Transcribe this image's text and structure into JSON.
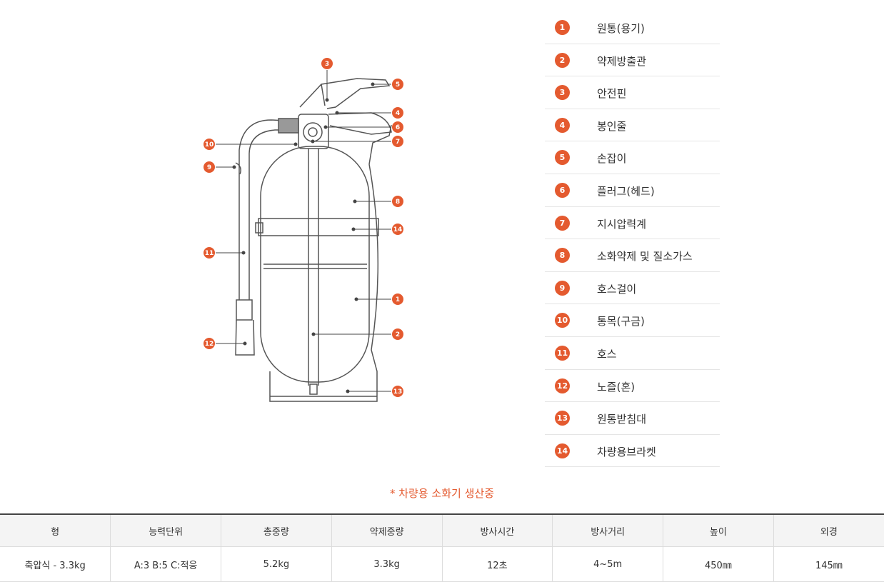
{
  "callout_numbers": [
    "1",
    "2",
    "3",
    "4",
    "5",
    "6",
    "7",
    "8",
    "9",
    "10",
    "11",
    "12",
    "13",
    "14"
  ],
  "parts": [
    {
      "num": "1",
      "label": "원통(용기)"
    },
    {
      "num": "2",
      "label": "약제방출관"
    },
    {
      "num": "3",
      "label": "안전핀"
    },
    {
      "num": "4",
      "label": "봉인줄"
    },
    {
      "num": "5",
      "label": "손잡이"
    },
    {
      "num": "6",
      "label": "플러그(헤드)"
    },
    {
      "num": "7",
      "label": "지시압력계"
    },
    {
      "num": "8",
      "label": "소화약제 및 질소가스"
    },
    {
      "num": "9",
      "label": "호스걸이"
    },
    {
      "num": "10",
      "label": "통목(구금)"
    },
    {
      "num": "11",
      "label": "호스"
    },
    {
      "num": "12",
      "label": "노즐(혼)"
    },
    {
      "num": "13",
      "label": "원통받침대"
    },
    {
      "num": "14",
      "label": "차량용브라켓"
    }
  ],
  "note": "* 차량용 소화기 생산중",
  "spec_table": {
    "headers": [
      "형",
      "능력단위",
      "총중량",
      "약제중량",
      "방사시간",
      "방사거리",
      "높이",
      "외경"
    ],
    "row": [
      "축압식 - 3.3kg",
      "A:3 B:5 C:적응",
      "5.2kg",
      "3.3kg",
      "12초",
      "4~5m",
      "450㎜",
      "145㎜"
    ]
  },
  "colors": {
    "accent": "#e45a2f",
    "line": "#555555"
  }
}
